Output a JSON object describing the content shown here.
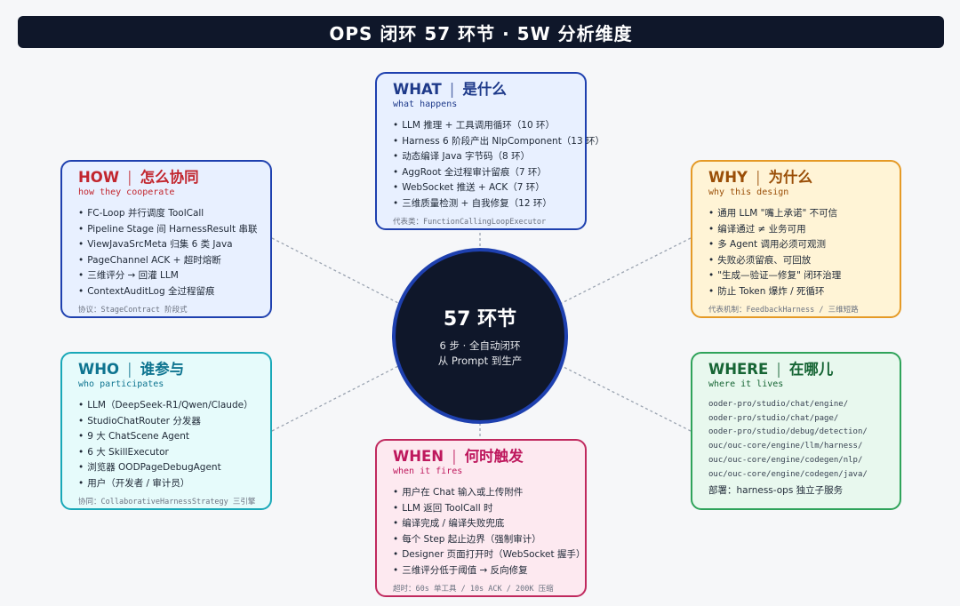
{
  "title": "OPS 闭环 57 环节 · 5W 分析维度",
  "center": {
    "title": "57 环节",
    "line1": "6 步 · 全自动闭环",
    "line2": "从 Prompt 到生产"
  },
  "what": {
    "en": "WHAT",
    "zh": "是什么",
    "sub": "what happens",
    "items": [
      "LLM 推理 + 工具调用循环（10 环）",
      "Harness 6 阶段产出 NlpComponent（13 环）",
      "动态编译 Java 字节码（8 环）",
      "AggRoot 全过程审计留痕（7 环）",
      "WebSocket 推送 + ACK（7 环）",
      "三维质量检测 + 自我修复（12 环）"
    ],
    "foot": "代表类：FunctionCallingLoopExecutor"
  },
  "how": {
    "en": "HOW",
    "zh": "怎么协同",
    "sub": "how they cooperate",
    "items": [
      "FC-Loop 并行调度 ToolCall",
      "Pipeline Stage 间 HarnessResult 串联",
      "ViewJavaSrcMeta 归集 6 类 Java",
      "PageChannel ACK + 超时熔断",
      "三维评分 → 回灌 LLM",
      "ContextAuditLog 全过程留痕"
    ],
    "foot": "协议：StageContract 阶段式"
  },
  "why": {
    "en": "WHY",
    "zh": "为什么",
    "sub": "why this design",
    "items": [
      "通用 LLM \"嘴上承诺\" 不可信",
      "编译通过 ≠ 业务可用",
      "多 Agent 调用必须可观测",
      "失败必须留痕、可回放",
      "\"生成—验证—修复\" 闭环治理",
      "防止 Token 爆炸 / 死循环"
    ],
    "foot": "代表机制：FeedbackHarness / 三维短路"
  },
  "who": {
    "en": "WHO",
    "zh": "谁参与",
    "sub": "who participates",
    "items": [
      "LLM（DeepSeek-R1/Qwen/Claude）",
      "StudioChatRouter 分发器",
      "9 大 ChatScene Agent",
      "6 大 SkillExecutor",
      "浏览器 OODPageDebugAgent",
      "用户（开发者 / 审计员）"
    ],
    "foot": "协同：CollaborativeHarnessStrategy 三引擎"
  },
  "where": {
    "en": "WHERE",
    "zh": "在哪儿",
    "sub": "where it lives",
    "paths": [
      "ooder-pro/studio/chat/engine/",
      "ooder-pro/studio/chat/page/",
      "ooder-pro/studio/debug/detection/",
      "ouc/ouc-core/engine/llm/harness/",
      "ouc/ouc-core/engine/codegen/nlp/",
      "ouc/ouc-core/engine/codegen/java/"
    ],
    "deploy": "部署：harness-ops 独立子服务"
  },
  "when": {
    "en": "WHEN",
    "zh": "何时触发",
    "sub": "when it fires",
    "items": [
      "用户在 Chat 输入或上传附件",
      "LLM 返回 ToolCall 时",
      "编译完成 / 编译失败兜底",
      "每个 Step 起止边界（强制审计）",
      "Designer 页面打开时（WebSocket 握手）",
      "三维评分低于阈值 → 反向修复"
    ],
    "foot": "超时：60s 单工具 / 10s ACK / 200K 压缩"
  },
  "colors": {
    "what": "#1e40af",
    "how": "#1e40af",
    "why": "#e59a26",
    "who": "#19a8b8",
    "where": "#2fa35a",
    "when": "#c0295e",
    "center": "#0f172a"
  }
}
